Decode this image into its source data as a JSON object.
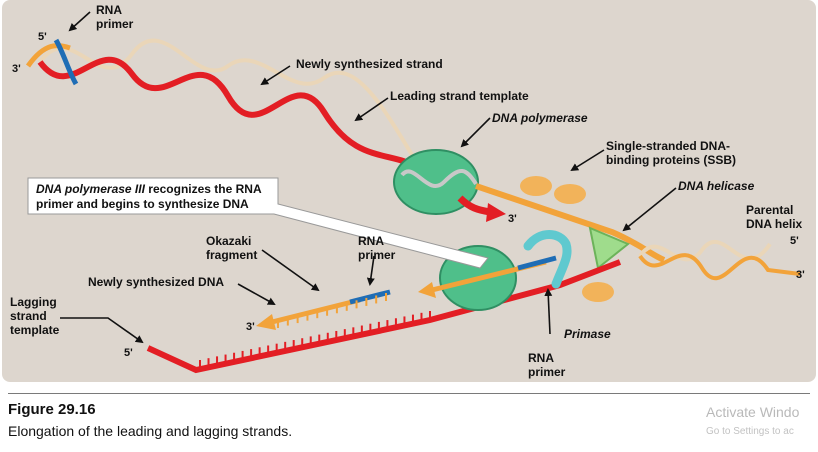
{
  "diagram": {
    "labels": {
      "rna_primer_top": [
        "RNA",
        "primer"
      ],
      "five_prime_top": "5'",
      "three_prime_top": "3'",
      "newly_synthesized_strand": "Newly synthesized strand",
      "leading_strand_template": "Leading strand template",
      "dna_polymerase": "DNA polymerase",
      "ssb": [
        "Single-stranded DNA-",
        "binding proteins (SSB)"
      ],
      "dna_helicase": "DNA helicase",
      "parental_dna_helix": [
        "Parental",
        "DNA helix"
      ],
      "five_prime_right": "5'",
      "three_prime_right": "3'",
      "three_prime_leading": "3'",
      "callout_line1_italic": "DNA polymerase III",
      "callout_line1_rest": " recognizes the RNA",
      "callout_line2": "primer and begins to synthesize DNA",
      "okazaki": [
        "Okazaki",
        "fragment"
      ],
      "rna_primer_middle": [
        "RNA",
        "primer"
      ],
      "newly_synthesized_dna": "Newly synthesized DNA",
      "three_prime_okazaki": "3'",
      "lagging_strand_template": [
        "Lagging",
        "strand",
        "template"
      ],
      "five_prime_lagging": "5'",
      "primase": "Primase",
      "rna_primer_bottom": [
        "RNA",
        "primer"
      ]
    },
    "colors": {
      "background": "#ddd6ce",
      "template_strand": "#e31e24",
      "new_strand": "#f2a33a",
      "rna_primer": "#1f6db5",
      "polymerase": "#4fbf8a",
      "helicase": "#9fdc8c",
      "ssb": "#f2b35a",
      "primase": "#5fc9cf"
    }
  },
  "caption": {
    "figure_number": "Figure 29.16",
    "text": "Elongation of the leading and lagging strands."
  },
  "watermark": {
    "line1": "Activate Windo",
    "line2": "Go to Settings to ac"
  }
}
